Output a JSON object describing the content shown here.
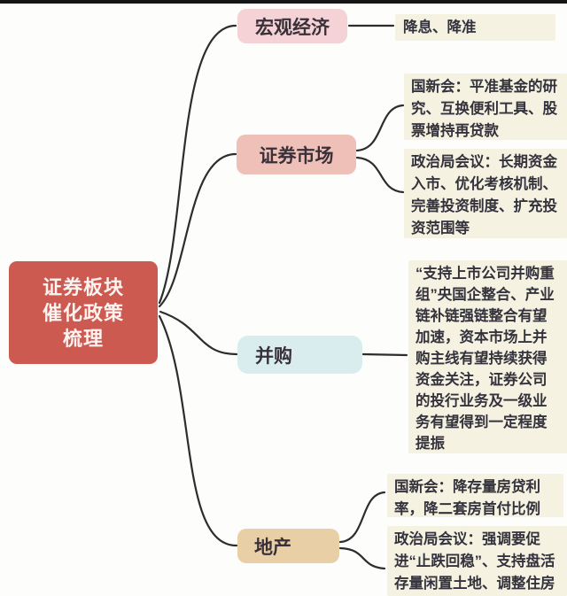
{
  "page": {
    "background": "#fdfdfc",
    "top_bar_color": "#151515",
    "line_color": "#2e2c2e",
    "leaf_bg": "#f6f2e1",
    "leaf_text_color": "#34333d"
  },
  "root": {
    "label": "证券板块\n催化政策\n梳理",
    "bg": "#cd5a51",
    "text_color": "#fcf3f0"
  },
  "branches": [
    {
      "label": "宏观经济",
      "bg": "#f4d2d6"
    },
    {
      "label": "证券市场",
      "bg": "#eec0b8"
    },
    {
      "label": "并购",
      "bg": "#d9edee"
    },
    {
      "label": "地产",
      "bg": "#e9cfa5"
    }
  ],
  "leaves": {
    "macro_1": "降息、降准",
    "market_1": "国新会：平准基金的研究、互换便利工具、股票增持再贷款",
    "market_2": "政治局会议：长期资金入市、优化考核机制、完善投资制度、扩充投资范围等",
    "ma_1": "“支持上市公司并购重组”央国企整合、产业链补链强链整合有望加速，资本市场上并购主线有望持续获得资金关注，证券公司的投行业务及一级业务有望得到一定程度提振",
    "realestate_1": "国新会：降存量房贷利率，降二套房首付比例",
    "realestate_2": "政治局会议：强调要促进“止跌回稳”、支持盘活存量闲置土地、调整住房"
  }
}
